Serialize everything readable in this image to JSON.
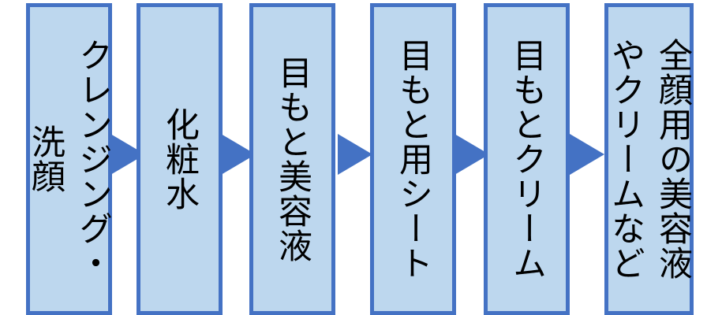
{
  "steps": [
    {
      "lines": [
        "クレンジング・",
        "洗顔"
      ]
    },
    {
      "lines": [
        "化粧水"
      ]
    },
    {
      "lines": [
        "目もと美容液"
      ]
    },
    {
      "lines": [
        "目もと用シート"
      ]
    },
    {
      "lines": [
        "目もとクリーム"
      ]
    },
    {
      "lines": [
        "全顔用の美容液",
        "やクリームなど"
      ]
    }
  ],
  "colors": {
    "box_fill": "#bdd7ee",
    "box_border": "#4472c4",
    "arrow": "#4472c4"
  }
}
